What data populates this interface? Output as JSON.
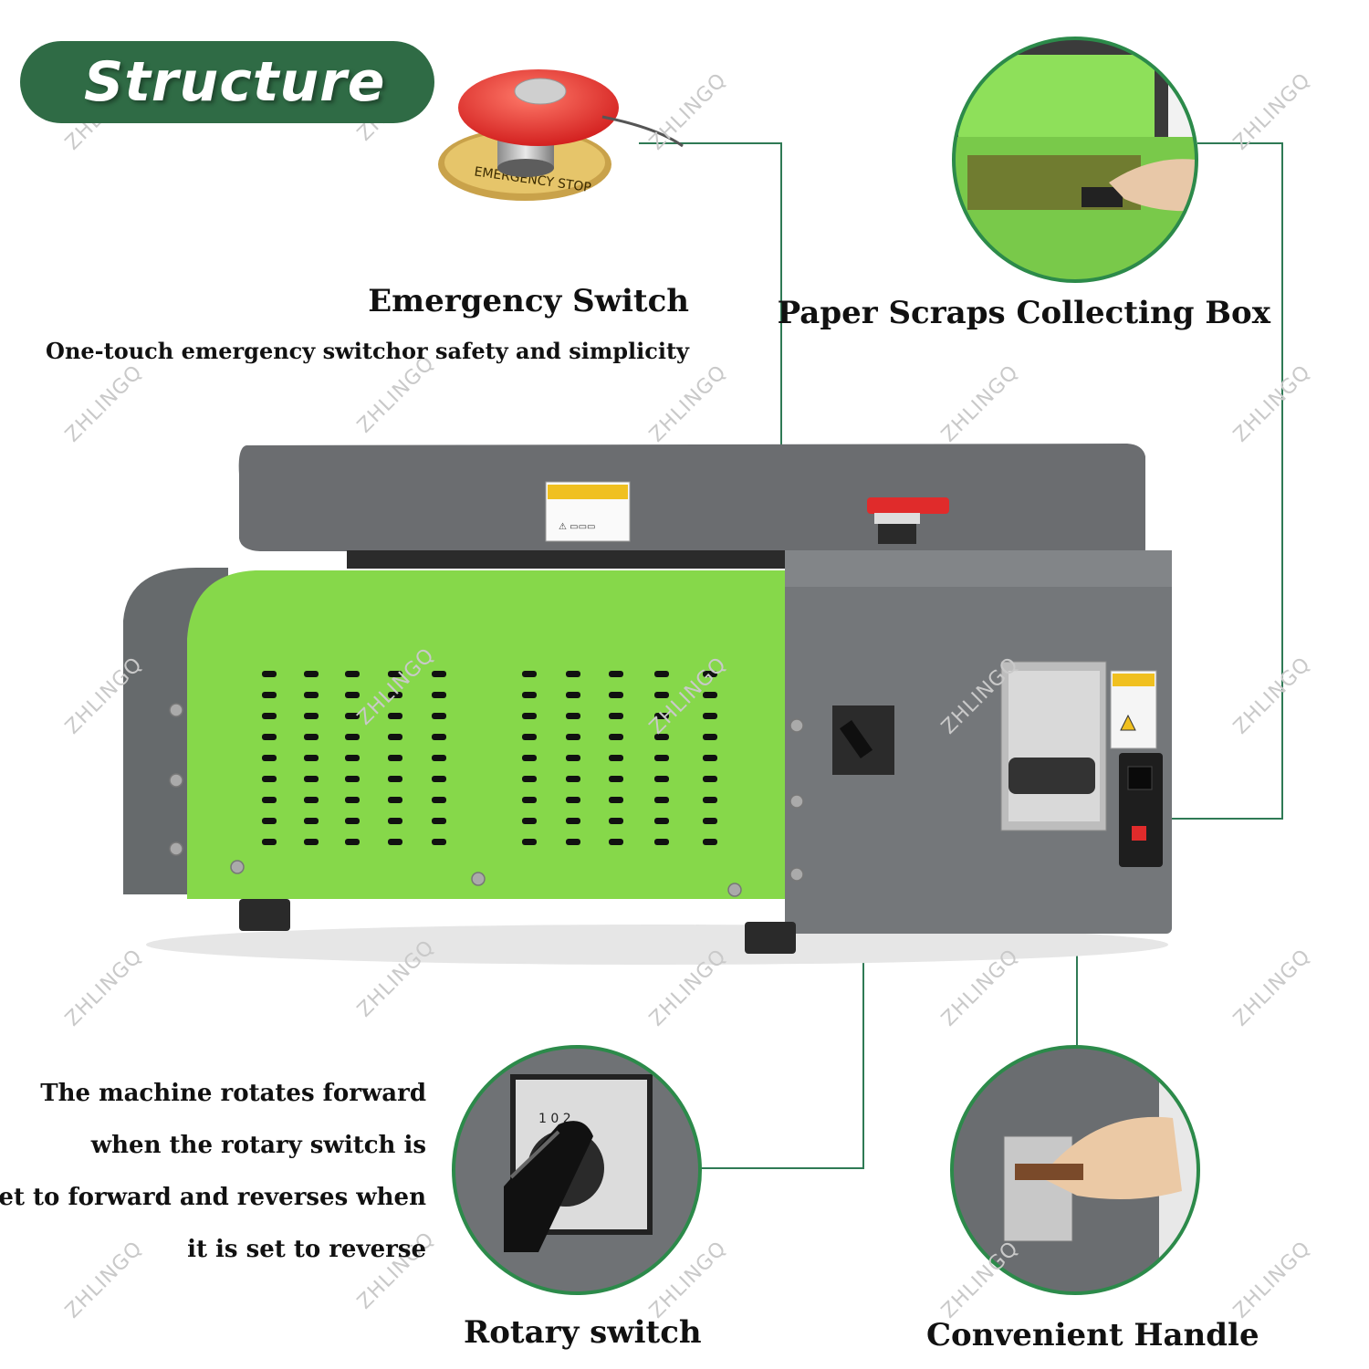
{
  "badge": {
    "text": "Structure"
  },
  "features": {
    "emergency": {
      "title": "Emergency Switch",
      "desc": "One-touch emergency switchor safety and simplicity"
    },
    "scraps": {
      "title": "Paper Scraps Collecting Box"
    },
    "rotary": {
      "title": "Rotary switch",
      "lines": [
        "The machine rotates forward",
        "when the rotary switch is",
        "set to forward and reverses when",
        "it is set to reverse"
      ]
    },
    "handle": {
      "title": "Convenient Handle"
    }
  },
  "watermark": "ZHLINGQ",
  "colors": {
    "brand_green": "#2f6b45",
    "machine_green": "#86d84a",
    "machine_gray": "#6b6d70",
    "stop_red": "#e02b2b"
  }
}
